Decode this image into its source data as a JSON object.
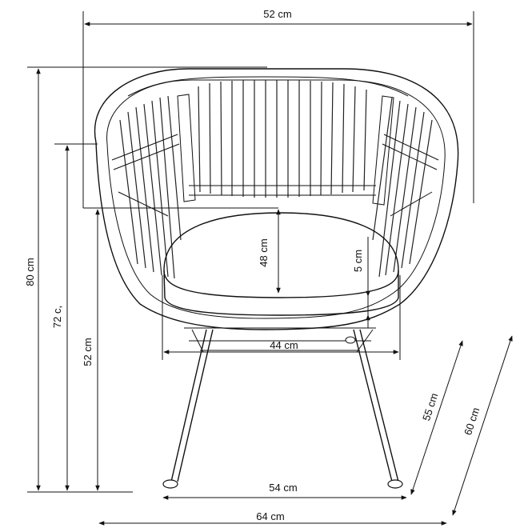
{
  "dimensions": {
    "width_top": "52 cm",
    "height_total": "80 cm",
    "height_armrest": "72 c,",
    "height_seat": "52 cm",
    "seat_back_depth": "48 cm",
    "cushion_thickness": "5 cm",
    "seat_width": "44 cm",
    "leg_width": "54 cm",
    "base_width": "64 cm",
    "depth_side": "55 cm",
    "depth_total": "60 cm"
  }
}
